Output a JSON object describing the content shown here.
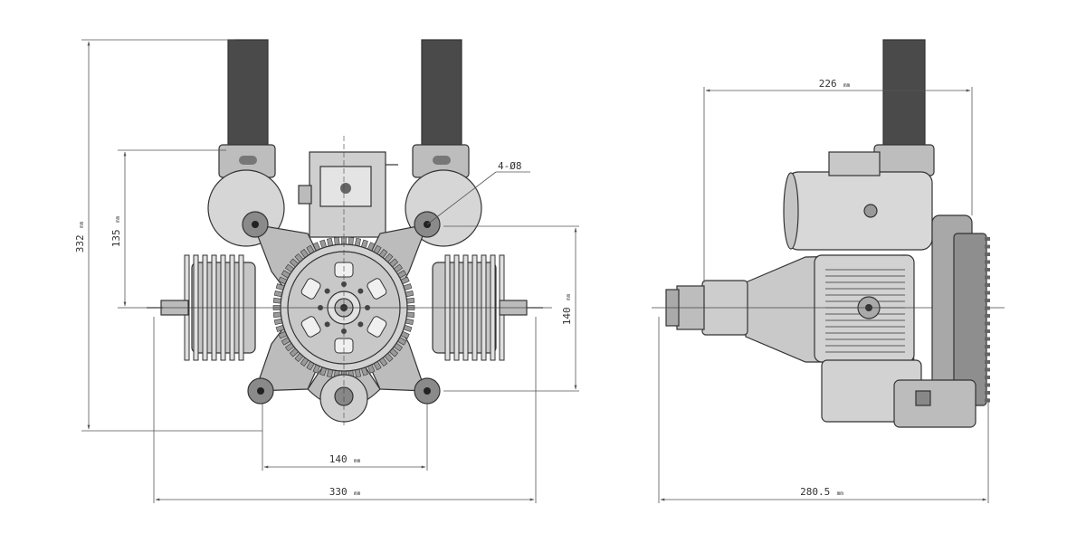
{
  "front_view": {
    "dim_height_total": {
      "value": "332",
      "unit": "mm"
    },
    "dim_height_mid": {
      "value": "135",
      "unit": "mm"
    },
    "dim_height_right": {
      "value": "140",
      "unit": "mm"
    },
    "dim_width_inner": {
      "value": "140",
      "unit": "mm"
    },
    "dim_width_total": {
      "value": "330",
      "unit": "mm"
    },
    "hole_callout": "4-Ø8"
  },
  "side_view": {
    "dim_width_top": {
      "value": "226",
      "unit": "mm"
    },
    "dim_width_bottom": {
      "value": "280.5",
      "unit": "mm"
    }
  },
  "colors": {
    "exhaust": "#4a4a4a",
    "body": "#d8d8d8",
    "body_dark": "#a8a8a8",
    "outline": "#333333",
    "dimension_line": "#555555"
  }
}
